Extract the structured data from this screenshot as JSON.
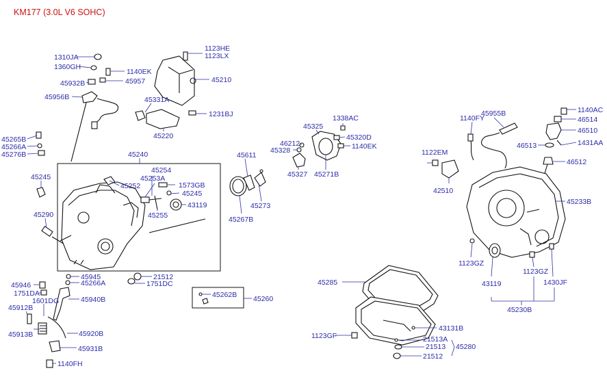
{
  "title": "KM177 (3.0L V6 SOHC)",
  "labels": {
    "p1310JA": "1310JA",
    "p1360GH": "1360GH",
    "p1140EK_a": "1140EK",
    "p45957": "45957",
    "p45932B": "45932B",
    "p45956B": "45956B",
    "p1123HE": "1123HE",
    "p1123LX": "1123LX",
    "p45210": "45210",
    "p45331A": "45331A",
    "p1231BJ": "1231BJ",
    "p45220": "45220",
    "p45265B": "45265B",
    "p45266A_a": "45266A",
    "p45276B": "45276B",
    "p45240": "45240",
    "p45254": "45254",
    "p45253A": "45253A",
    "p1573GB": "1573GB",
    "p45252": "45252",
    "p45245_b": "45245",
    "p43119_a": "43119",
    "p45255": "45255",
    "p45245_a": "45245",
    "p45290": "45290",
    "p45945": "45945",
    "p45266A_b": "45266A",
    "p21512_a": "21512",
    "p1751DC": "1751DC",
    "p45946": "45946",
    "p1751DA": "1751DA",
    "p1601DG": "1601DG",
    "p45940B": "45940B",
    "p45912B": "45912B",
    "p45913B": "45913B",
    "p45920B": "45920B",
    "p45931B": "45931B",
    "p1140FH": "1140FH",
    "p45262B": "45262B",
    "p45260": "45260",
    "p45611": "45611",
    "p45267B": "45267B",
    "p45273": "45273",
    "p45325": "45325",
    "p1338AC": "1338AC",
    "p46212": "46212",
    "p45328": "45328",
    "p45320D": "45320D",
    "p1140EK_b": "1140EK",
    "p45327": "45327",
    "p45271B": "45271B",
    "p45285": "45285",
    "p43131B": "43131B",
    "p1123GF": "1123GF",
    "p21513A": "21513A",
    "p21513": "21513",
    "p45280": "45280",
    "p21512_b": "21512",
    "p1140FY": "1140FY",
    "p45955B": "45955B",
    "p1140AC": "1140AC",
    "p46514": "46514",
    "p46510": "46510",
    "p46513": "46513",
    "p1431AA": "1431AA",
    "p1122EM": "1122EM",
    "p46512": "46512",
    "p42510": "42510",
    "p45233B": "45233B",
    "p1123GZ_a": "1123GZ",
    "p1123GZ_b": "1123GZ",
    "p43119_b": "43119",
    "p1430JF": "1430JF",
    "p45230B": "45230B"
  }
}
